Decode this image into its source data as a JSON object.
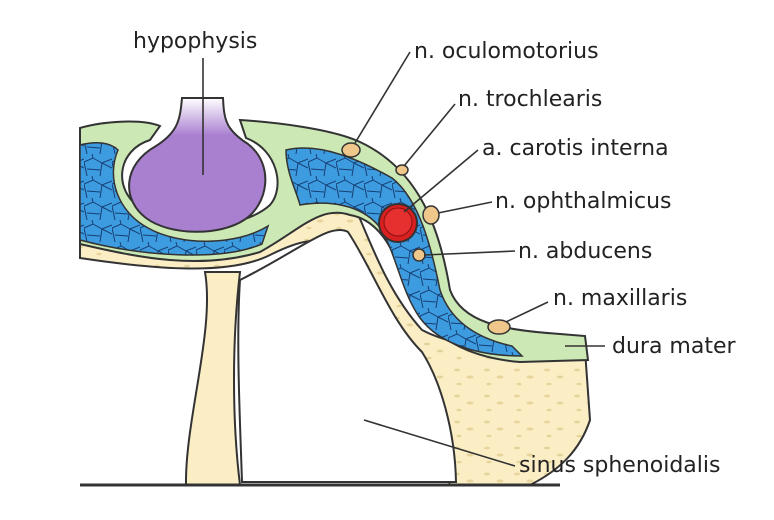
{
  "labels": {
    "hypophysis": "hypophysis",
    "oculomotorius": "n. oculomotorius",
    "trochlearis": "n. trochlearis",
    "carotis": "a. carotis interna",
    "ophthalmicus": "n. ophthalmicus",
    "abducens": "n. abducens",
    "maxillaris": "n. maxillaris",
    "dura": "dura mater",
    "sinus": "sinus sphenoidalis"
  },
  "colors": {
    "dura_green": "#cce8b5",
    "venous_blue": "#3d9be0",
    "hypophysis_purple": "#a97fd0",
    "bone_cream": "#fbeec5",
    "bone_spot": "#e6d49a",
    "carotid_red": "#d82020",
    "nerve_tan": "#f0c78b",
    "outline": "#333333"
  }
}
